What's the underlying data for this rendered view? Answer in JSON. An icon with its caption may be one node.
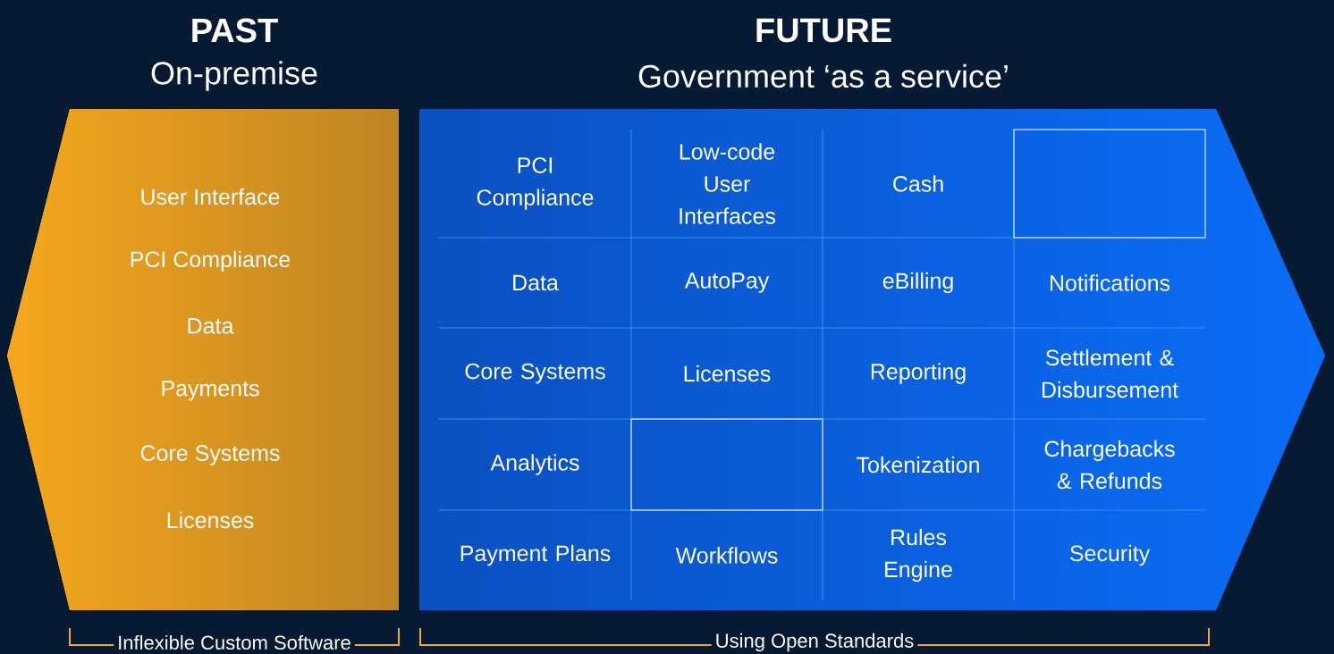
{
  "diagram": {
    "nodes": [
      {
        "text": [
          "PAST",
          "On-premise",
          "User Interface",
          "PCI Compliance",
          "Data",
          "Payments",
          "Core Systems",
          "Licenses"
        ],
        "beside": [
          "Inflexible Custom Software"
        ]
      },
      {
        "text": [
          "FUTURE",
          "Government ‘as a service’"
        ],
        "beside": [
          "Using Open Standards"
        ]
      },
      {
        "text": [
          "PCI Compliance"
        ],
        "in": 1
      },
      {
        "text": [
          "Low-code User Interfaces"
        ],
        "in": 1
      },
      {
        "text": [
          "Cash"
        ],
        "in": 1
      },
      {
        "text": [],
        "shape": "box",
        "in": 1
      },
      {
        "text": [
          "Data"
        ],
        "in": 1
      },
      {
        "text": [
          "AutoPay"
        ],
        "in": 1
      },
      {
        "text": [
          "eBilling"
        ],
        "in": 1
      },
      {
        "text": [
          "Notifications"
        ],
        "in": 1
      },
      {
        "text": [
          "Core Systems"
        ],
        "in": 1
      },
      {
        "text": [
          "Licenses"
        ],
        "in": 1
      },
      {
        "text": [
          "Reporting"
        ],
        "in": 1
      },
      {
        "text": [
          "Settlement & Disbursement"
        ],
        "in": 1
      },
      {
        "text": [
          "Analytics"
        ],
        "in": 1
      },
      {
        "text": [],
        "shape": "box",
        "in": 1
      },
      {
        "text": [
          "Tokenization"
        ],
        "in": 1
      },
      {
        "text": [
          "Chargebacks & Refunds"
        ],
        "in": 1
      },
      {
        "text": [
          "Payment Plans"
        ],
        "in": 1
      },
      {
        "text": [
          "Workflows"
        ],
        "in": 1
      },
      {
        "text": [
          "Rules Engine"
        ],
        "in": 1
      },
      {
        "text": [
          "Security"
        ],
        "in": 1
      }
    ]
  }
}
